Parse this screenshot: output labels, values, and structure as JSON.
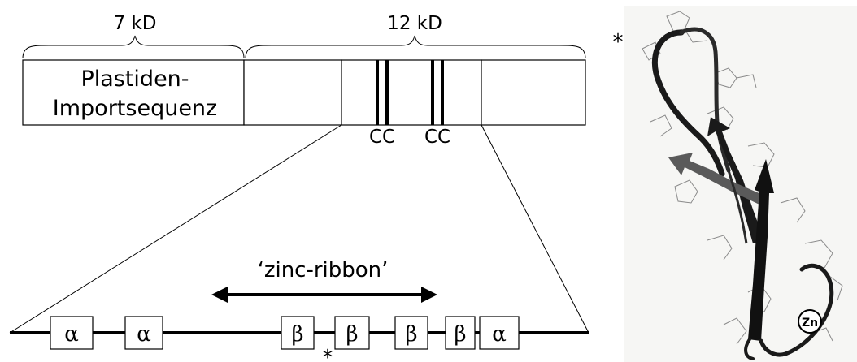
{
  "domains": {
    "left_size_label": "7 kD",
    "right_size_label": "12 kD",
    "import_sequence_line1": "Plastiden-",
    "import_sequence_line2": "Importsequenz",
    "cc_label_1": "CC",
    "cc_label_2": "CC"
  },
  "zoom": {
    "zinc_ribbon_label": "‘zinc-ribbon’",
    "elements": [
      {
        "symbol": "α"
      },
      {
        "symbol": "α"
      },
      {
        "symbol": "β"
      },
      {
        "symbol": "β"
      },
      {
        "symbol": "β"
      },
      {
        "symbol": "β"
      },
      {
        "symbol": "α"
      }
    ],
    "asterisk": "*"
  },
  "structure": {
    "asterisk": "*",
    "zn_label": "Zn"
  },
  "colors": {
    "line": "#000000",
    "ribbon_dark": "#1a1a1a",
    "ribbon_mid": "#555555",
    "background_structure": "#f4f4f2"
  }
}
